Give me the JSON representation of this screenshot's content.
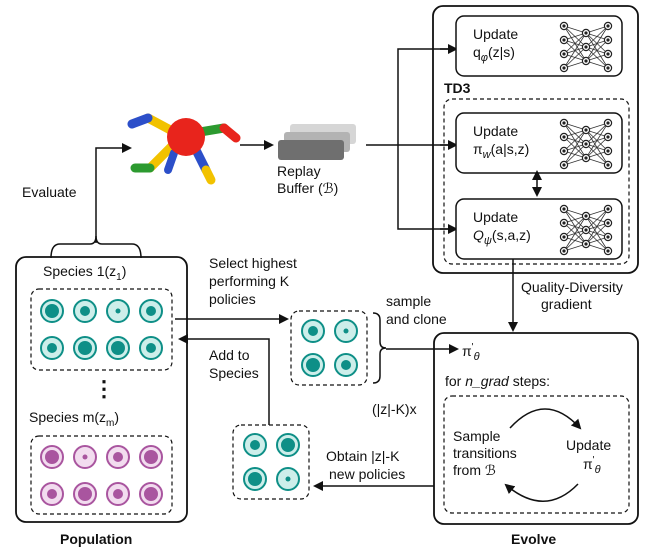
{
  "labels": {
    "evaluate": "Evaluate",
    "replay_buffer_line1": "Replay",
    "replay_buffer_line2": "Buffer (ℬ)",
    "td3": "TD3",
    "update": "Update",
    "q_phi": "qφ(z|s)",
    "pi_w": "πw(a|s,z)",
    "q_psi": "Qψ(s,a,z)",
    "qd_line1": "Quality-Diversity",
    "qd_line2": "gradient",
    "select_line1": "Select highest",
    "select_line2": "performing K",
    "select_line3": "policies",
    "sample_line1": "sample",
    "sample_line2": "and clone",
    "add_line1": "Add to",
    "add_line2": "Species",
    "multiplier": "(|z|-K)x",
    "pi_theta_prime": "π'θ",
    "for_ngrad_prefix": "for ",
    "for_ngrad_italic": "n_grad",
    "for_ngrad_suffix": " steps:",
    "sample_trans_line1": "Sample",
    "sample_trans_line2": "transitions",
    "sample_trans_line3": "from ℬ",
    "update_pi": "Update",
    "obtain_line1": "Obtain |z|-K",
    "obtain_line2": "new policies",
    "species_1": "Species 1(z1)",
    "species_m": "Species m(zm)",
    "ellipsis": "⋮",
    "population": "Population",
    "evolve": "Evolve"
  },
  "colors": {
    "teal": "#0e8f87",
    "teal_light": "#cdeeea",
    "purple": "#a9559f",
    "purple_light": "#f2dcef",
    "robot_body": "#e8241c",
    "buffer_dark": "#6f6f6f"
  },
  "species1_cells": [
    {
      "dot": "large"
    },
    {
      "dot": "medium"
    },
    {
      "dot": "small"
    },
    {
      "dot": "medium"
    },
    {
      "dot": "medium"
    },
    {
      "dot": "large"
    },
    {
      "dot": "large"
    },
    {
      "dot": "medium"
    }
  ],
  "speciesm_cells": [
    {
      "dot": "large"
    },
    {
      "dot": "small"
    },
    {
      "dot": "medium"
    },
    {
      "dot": "large"
    },
    {
      "dot": "medium"
    },
    {
      "dot": "large"
    },
    {
      "dot": "medium"
    },
    {
      "dot": "large"
    }
  ],
  "selected_cells": [
    {
      "dot": "medium"
    },
    {
      "dot": "small"
    },
    {
      "dot": "large"
    },
    {
      "dot": "medium"
    }
  ],
  "new_cells": [
    {
      "dot": "medium"
    },
    {
      "dot": "large"
    },
    {
      "dot": "large"
    },
    {
      "dot": "small"
    }
  ]
}
